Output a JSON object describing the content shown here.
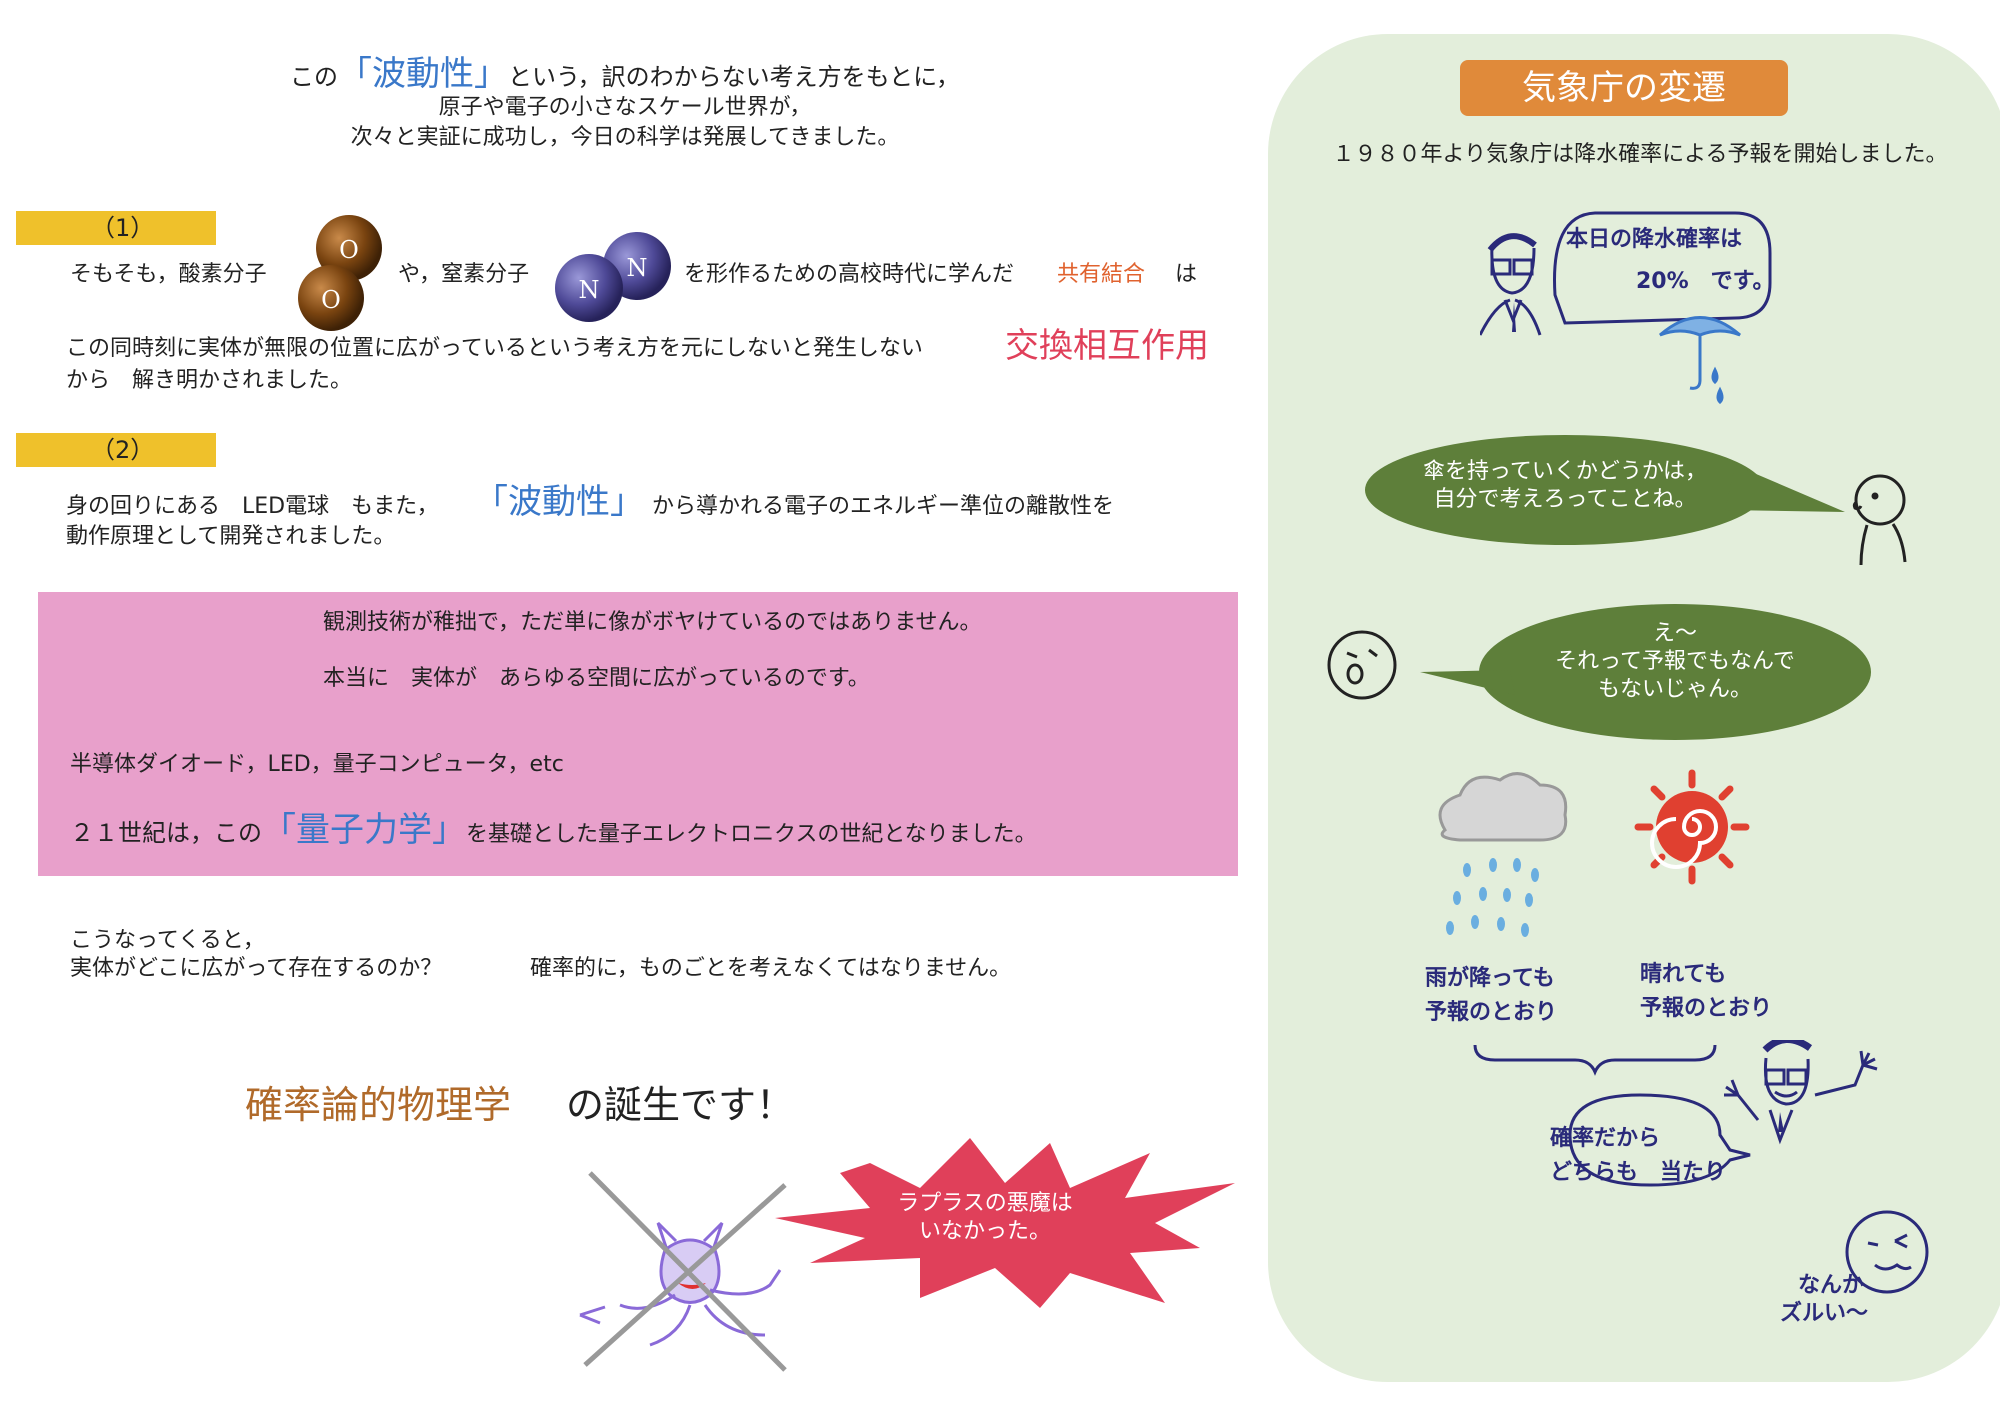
{
  "intro": {
    "pre": "この",
    "hadou": "「波動性」",
    "post": "という，訳のわからない考え方をもとに，",
    "line2": "原子や電子の小さなスケール世界が，",
    "line3": "次々と実証に成功し，今日の科学は発展してきました。"
  },
  "section1": {
    "label": "（1）",
    "t1": "そもそも，酸素分子",
    "t2": "や，窒素分子",
    "t3": "を形作るための高校時代に学んだ",
    "kyouyuu": "共有結合",
    "t4": "は",
    "line2": "この同時刻に実体が無限の位置に広がっているという考え方を元にしないと発生しない",
    "koukan": "交換相互作用",
    "line3": "から　解き明かされました。",
    "o_atom": "O",
    "n_atom": "N"
  },
  "section2": {
    "label": "（2）",
    "t1": "身の回りにある　LED電球　もまた，",
    "hadou": "「波動性」",
    "t2": "から導かれる電子のエネルギー準位の離散性を",
    "line2": "動作原理として開発されました。"
  },
  "pinkbox": {
    "line1": "観測技術が稚拙で，ただ単に像がボヤけているのではありません。",
    "line2": "本当に　実体が　あらゆる空間に広がっているのです。",
    "line3": "半導体ダイオード，LED，量子コンピュータ，etc",
    "l4pre": "２１世紀は，この",
    "ryoushi": "「量子力学」",
    "l4post": "を基礎とした量子エレクトロニクスの世紀となりました。"
  },
  "conclusion": {
    "line1": "こうなってくると，",
    "line2": "実体がどこに広がって存在するのか？",
    "line2b": "確率的に，ものごとを考えなくてはなりません。",
    "kakuritsu": "確率論的物理学",
    "tanjou": "の誕生です！",
    "laplace1": "ラプラスの悪魔は",
    "laplace2": "いなかった。"
  },
  "right": {
    "title": "気象庁の変遷",
    "subtitle": "１９８０年より気象庁は降水確率による予報を開始しました。",
    "speech1a": "本日の降水確率は",
    "speech1b": "20%　です。",
    "bubble1a": "傘を持っていくかどうかは，",
    "bubble1b": "自分で考えろってことね。",
    "bubble2a": "え～",
    "bubble2b": "それって予報でもなんで",
    "bubble2c": "もないじゃん。",
    "rain1": "雨が降っても",
    "rain2": "予報のとおり",
    "sun1": "晴れても",
    "sun2": "予報のとおり",
    "speech2a": "確率だから",
    "speech2b": "どちらも　当たり",
    "zurui1": "なんか",
    "zurui2": "ズルい～"
  },
  "colors": {
    "panel": "#e3eedb",
    "title_badge": "#e08a3a",
    "bubble": "#5e7f3a",
    "pink": "#e8a0cb",
    "label": "#efc12b",
    "burst": "#e0405a"
  }
}
